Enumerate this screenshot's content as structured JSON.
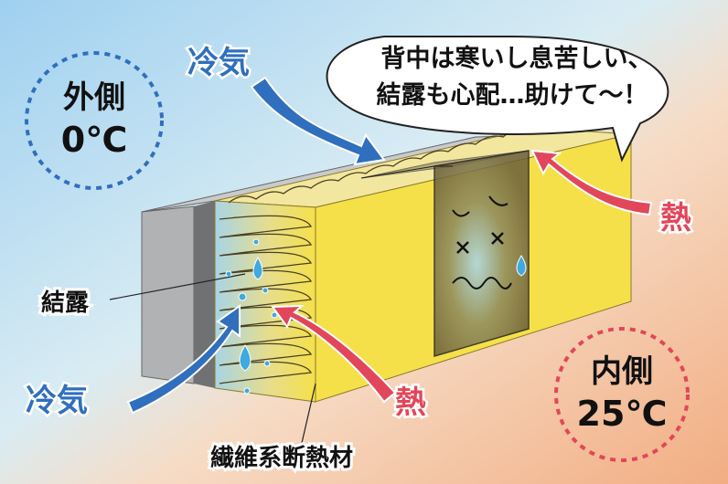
{
  "speech_bubble": {
    "line1": "背中は寒いし息苦しい、",
    "line2": "結露も心配…助けて～！"
  },
  "outside": {
    "label": "外側",
    "temp": "0℃"
  },
  "inside": {
    "label": "内側",
    "temp": "25℃"
  },
  "labels": {
    "cold_air_top": "冷気",
    "cold_air_bottom": "冷気",
    "heat_right": "熱",
    "heat_bottom": "熱",
    "condensation": "結露",
    "insulation": "繊維系断熱材"
  },
  "colors": {
    "cold": "#2f6fbd",
    "heat": "#e2465a",
    "insulation": "#f5e04a",
    "board": "#a9abad"
  }
}
